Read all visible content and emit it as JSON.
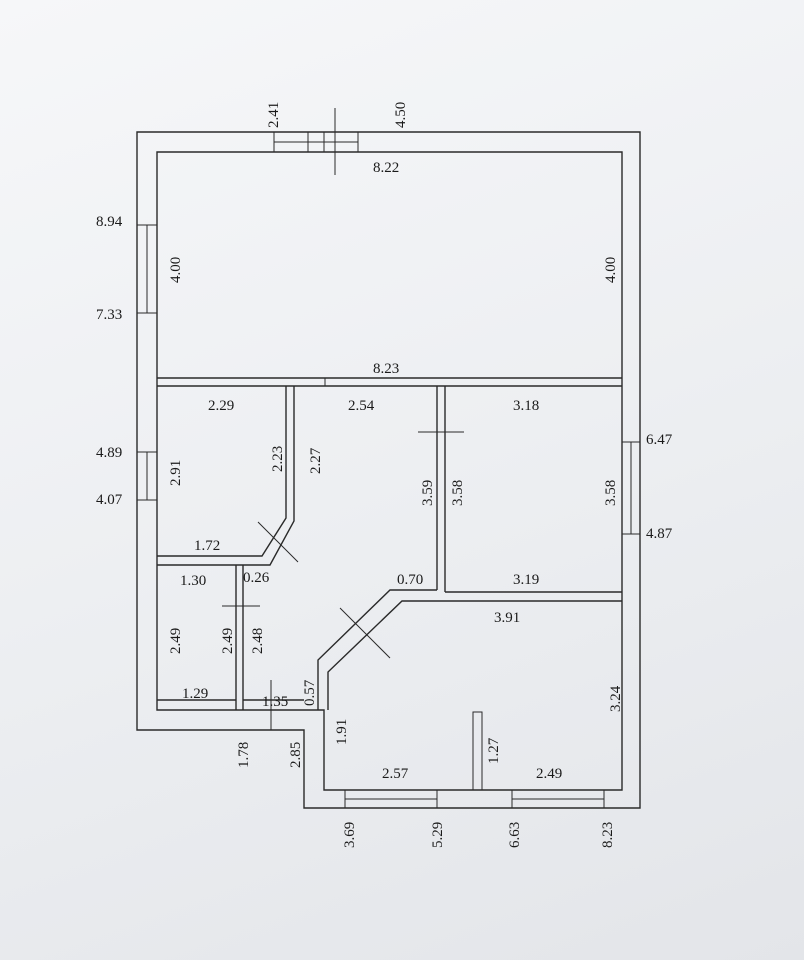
{
  "colors": {
    "line": "#2a2a2a",
    "text": "#1a1a1a",
    "paper": "#eef0f3"
  },
  "dimensions": {
    "top_window_left": "2.41",
    "top_window_right": "4.50",
    "top_width": "8.22",
    "left_window_top": "8.94",
    "left_window_bottom": "7.33",
    "top_room_left_height": "4.00",
    "top_room_right_height": "4.00",
    "mid_width": "8.23",
    "room_a_width": "2.29",
    "room_b_width": "2.54",
    "room_c_width": "3.18",
    "left_window2_top": "4.89",
    "left_window2_bottom": "4.07",
    "room_a_height": "2.91",
    "corridor_left_height": "2.23",
    "corridor_right_height": "2.27",
    "room_b_height_left": "3.59",
    "room_b_height_right": "3.58",
    "room_c_height": "3.58",
    "right_window_top": "6.47",
    "right_window_bottom": "4.87",
    "corridor_bottom_width": "1.72",
    "room_d_width": "1.30",
    "wall_stub": "0.26",
    "diag_start": "0.70",
    "room_c_bottom_width": "3.19",
    "room_e_width": "3.91",
    "room_d_height": "2.49",
    "closet_height_left": "2.49",
    "closet_height_right": "2.48",
    "room_e_height": "3.24",
    "room_d_bottom_width": "1.29",
    "entrance_width": "1.35",
    "diag_end": "0.57",
    "entrance_left_depth": "1.78",
    "entrance_right_depth": "2.85",
    "bottom_room_height": "1.91",
    "partition_height": "1.27",
    "bottom_left_width": "2.57",
    "bottom_right_width": "2.49",
    "bottom_window_1": "3.69",
    "bottom_window_2": "5.29",
    "bottom_window_3": "6.63",
    "bottom_window_4": "8.23"
  }
}
